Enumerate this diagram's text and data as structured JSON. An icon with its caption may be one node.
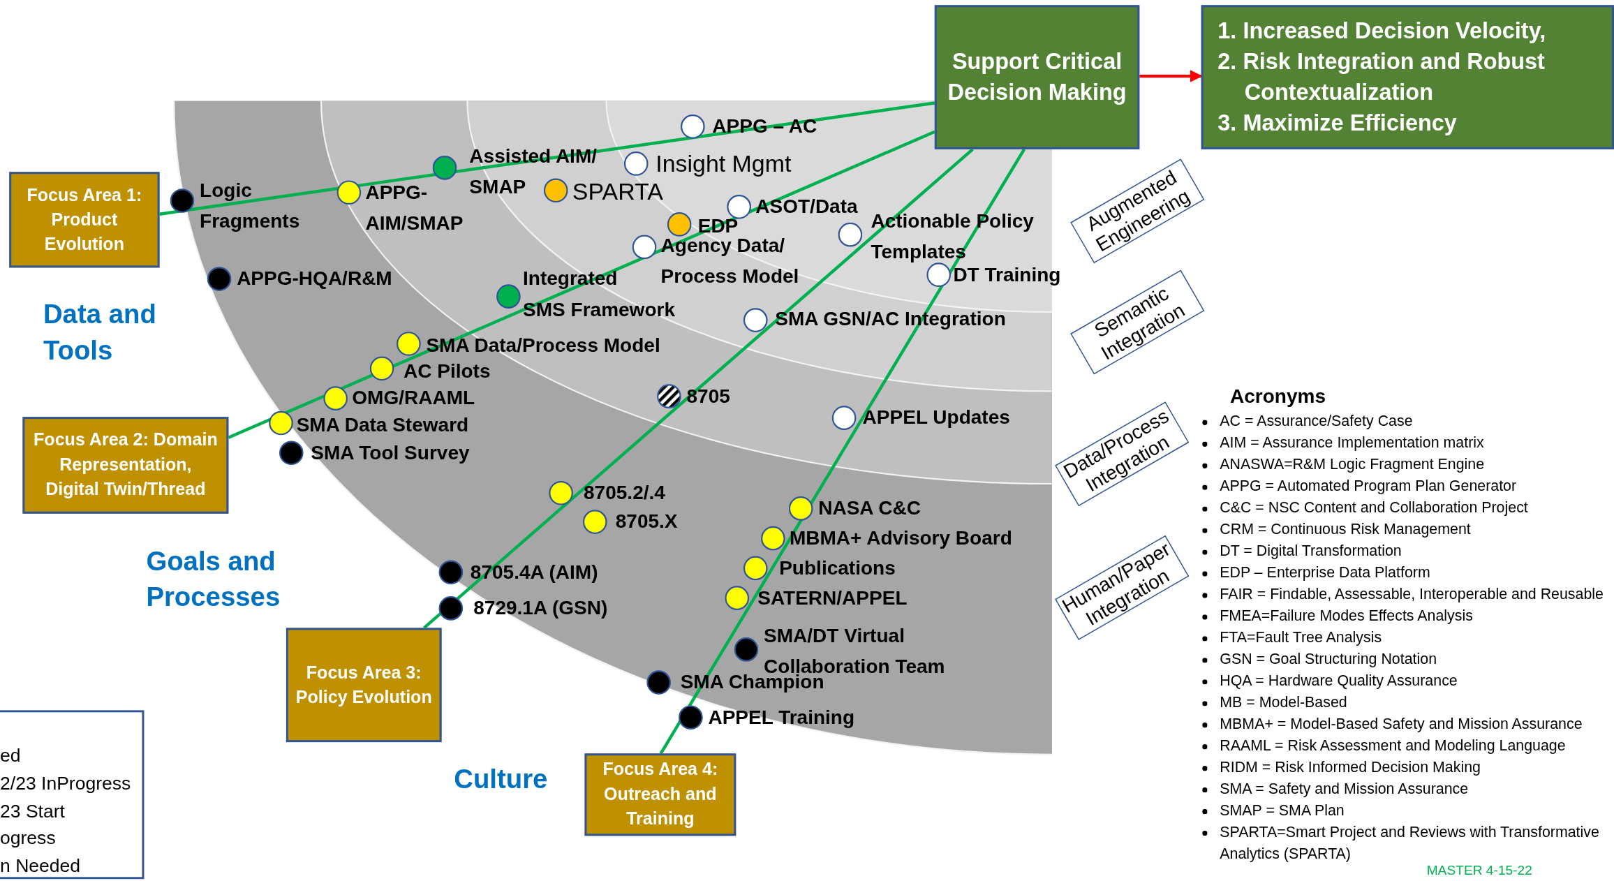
{
  "diagram": {
    "nodes": [
      {
        "text": [
          "Support Critical Decision Making"
        ]
      },
      {
        "text": [
          "1. Increased Decision Velocity,",
          "2. Risk Integration and Robust Contextualization",
          "3. Maximize Efficiency"
        ]
      },
      {
        "text": [
          "Focus Area 1: Product Evolution"
        ]
      },
      {
        "text": [
          "Focus Area 2: Domain Representation, Digital Twin/Thread"
        ]
      },
      {
        "text": [
          "Focus Area 3: Policy Evolution"
        ]
      },
      {
        "text": [
          "Focus Area 4: Outreach and Training"
        ]
      },
      {
        "text": [
          "Augmented Engineering"
        ]
      },
      {
        "text": [
          "Semantic Integration"
        ]
      },
      {
        "text": [
          "Data/Process Integration"
        ]
      },
      {
        "text": [
          "Human/Paper Integration"
        ]
      },
      {
        "text": [
          "Logic Fragments"
        ]
      },
      {
        "text": [
          "APPG-AIM/SMAP"
        ]
      },
      {
        "text": [
          "Assisted AIM/ SMAP"
        ]
      },
      {
        "text": [
          "APPG – AC"
        ]
      },
      {
        "text": [
          "Insight Mgmt"
        ]
      },
      {
        "text": [
          "SPARTA"
        ]
      },
      {
        "text": [
          "ASOT/Data"
        ]
      },
      {
        "text": [
          "EDP"
        ]
      },
      {
        "text": [
          "Agency Data/ Process Model"
        ]
      },
      {
        "text": [
          "Actionable Policy Templates"
        ]
      },
      {
        "text": [
          "DT Training"
        ]
      },
      {
        "text": [
          "APPG-HQA/R&M"
        ]
      },
      {
        "text": [
          "Integrated SMS Framework"
        ]
      },
      {
        "text": [
          "SMA GSN/AC Integration"
        ]
      },
      {
        "text": [
          "SMA Data/Process Model"
        ]
      },
      {
        "text": [
          "AC Pilots"
        ]
      },
      {
        "text": [
          "OMG/RAAML"
        ]
      },
      {
        "text": [
          "SMA Data Steward"
        ]
      },
      {
        "text": [
          "SMA Tool Survey"
        ]
      },
      {
        "text": [
          "8705"
        ]
      },
      {
        "text": [
          "APPEL Updates"
        ]
      },
      {
        "text": [
          "8705.2/.4"
        ]
      },
      {
        "text": [
          "8705.X"
        ]
      },
      {
        "text": [
          "NASA C&C"
        ]
      },
      {
        "text": [
          "MBMA+ Advisory Board"
        ]
      },
      {
        "text": [
          "Publications"
        ]
      },
      {
        "text": [
          "SATERN/APPEL"
        ]
      },
      {
        "text": [
          "8705.4A (AIM)"
        ]
      },
      {
        "text": [
          "8729.1A (GSN)"
        ]
      },
      {
        "text": [
          "SMA/DT Virtual Collaboration Team"
        ]
      },
      {
        "text": [
          "SMA Champion"
        ]
      },
      {
        "text": [
          "APPEL Training"
        ]
      }
    ],
    "edges": [
      {
        "from": 2,
        "to": 0,
        "arrow": "none"
      },
      {
        "from": 3,
        "to": 0,
        "arrow": "none"
      },
      {
        "from": 4,
        "to": 0,
        "arrow": "none"
      },
      {
        "from": 5,
        "to": 0,
        "arrow": "none"
      },
      {
        "from": 0,
        "to": 1,
        "arrow": "to",
        "color": "#ff0000"
      }
    ],
    "labels": [
      "Data and Tools",
      "Goals and Processes",
      "Culture",
      "Acronyms",
      "AC = Assurance/Safety Case",
      "AIM = Assurance Implementation matrix",
      "ANASWA=R&M Logic Fragment Engine",
      "APPG = Automated Program Plan Generator",
      "C&C = NSC Content and Collaboration Project",
      "CRM = Continuous Risk Management",
      "DT = Digital Transformation",
      "EDP – Enterprise Data Platform",
      "FAIR = Findable, Assessable, Interoperable and Reusable",
      "FMEA=Failure Modes Effects Analysis",
      "FTA=Fault Tree Analysis",
      "GSN = Goal Structuring Notation",
      "HQA = Hardware Quality Assurance",
      "MB = Model-Based",
      "MBMA+ = Model-Based Safety and Mission Assurance",
      "RAAML = Risk Assessment and Modeling Language",
      "RIDM = Risk Informed Decision Making",
      "SMA = Safety and Mission Assurance",
      "SMAP = SMA Plan",
      "SPARTA=Smart Project and Reviews with Transformative Analytics (SPARTA)",
      "ed",
      "2/23 InProgress",
      "23 Start",
      "ogress",
      "n Needed",
      "MASTER 4-15-22"
    ]
  }
}
